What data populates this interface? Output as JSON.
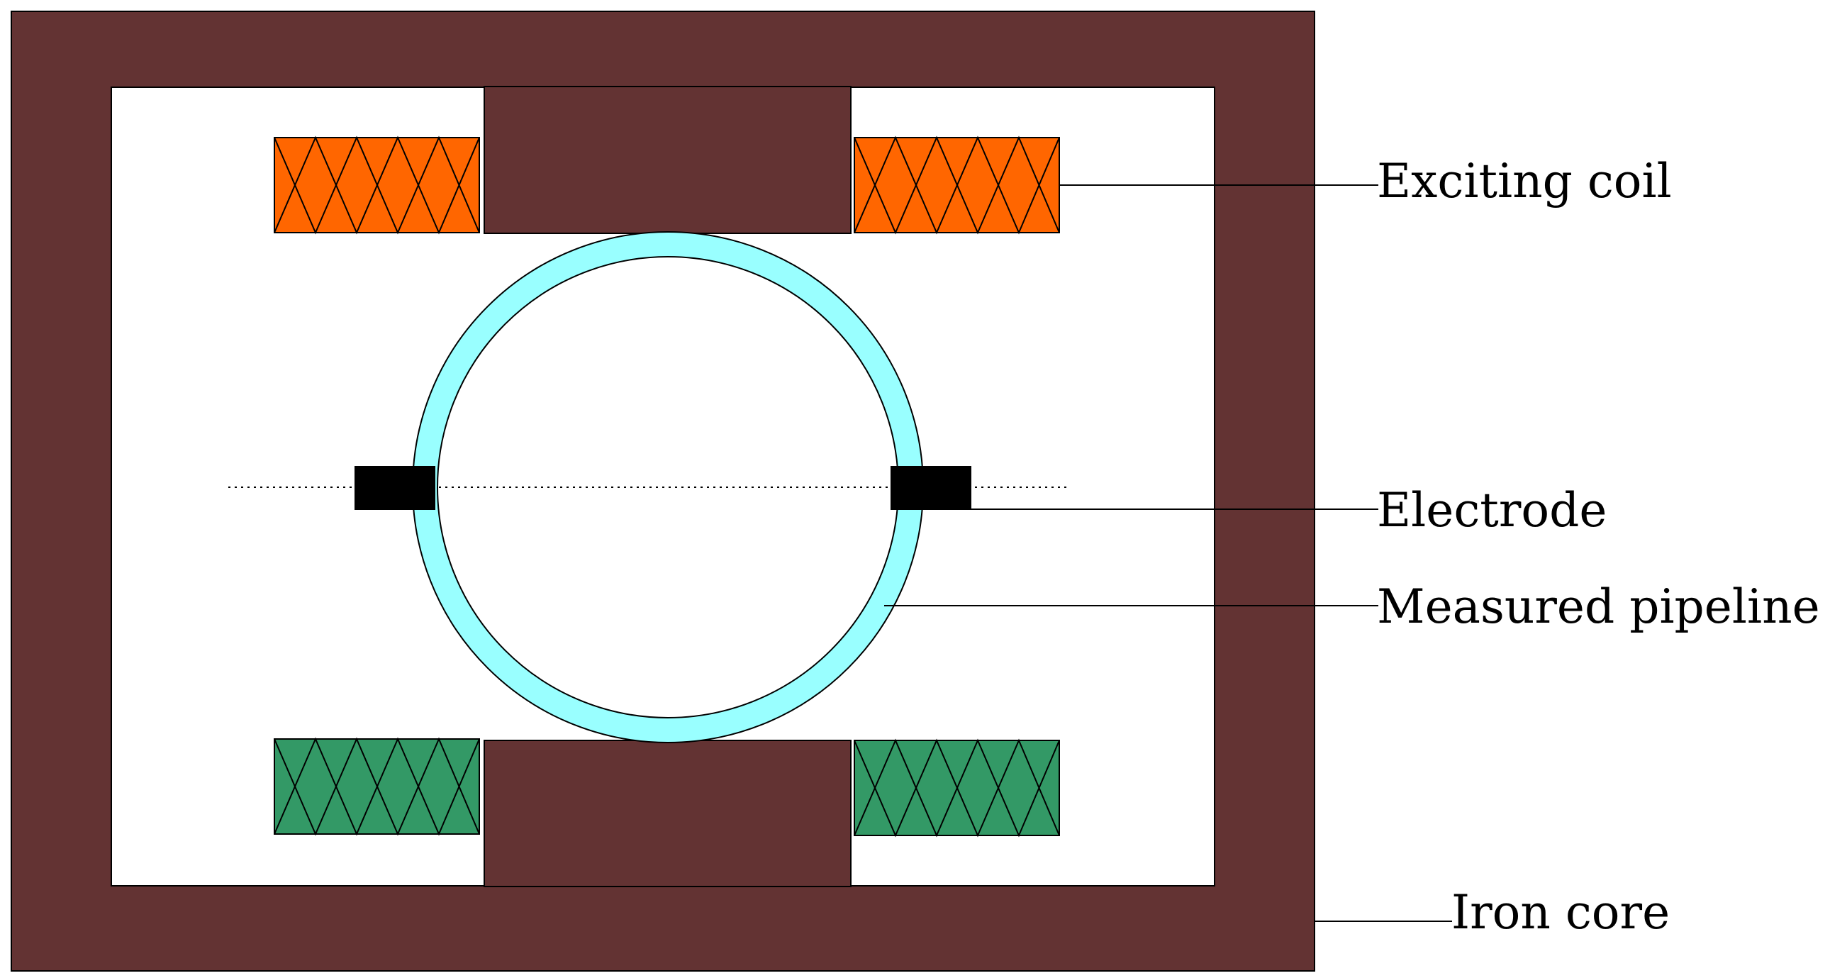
{
  "colors": {
    "iron_core": "#633333",
    "exciting_coil": "#ff6600",
    "lower_coil": "#339966",
    "pipeline_wall": "#99ffff",
    "electrode": "#000000",
    "line": "#000000",
    "background": "#ffffff"
  },
  "labels": {
    "exciting_coil": "Exciting coil",
    "electrode": "Electrode",
    "measured_pipeline": "Measured pipeline",
    "iron_core": "Iron core"
  },
  "icons": {
    "coil_pattern": "cross-hatch-icon"
  }
}
